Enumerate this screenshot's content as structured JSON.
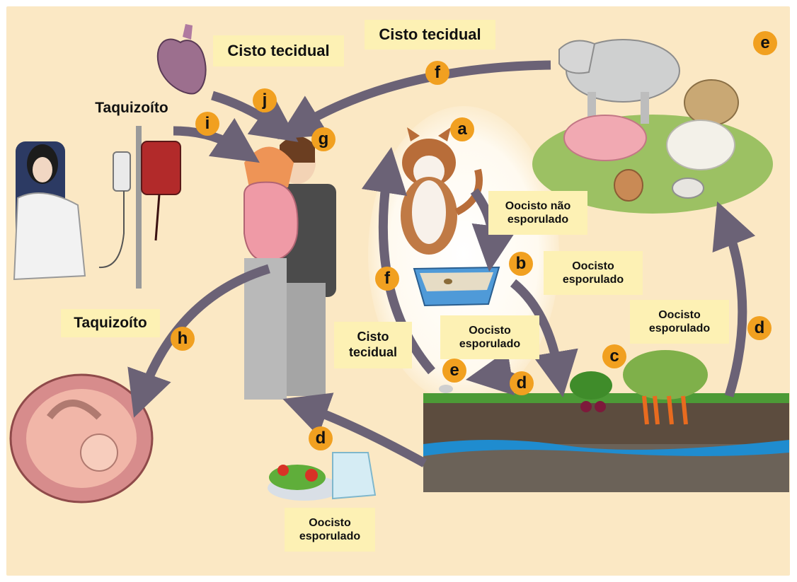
{
  "labels": {
    "cisto_tecidual_top_left": "Cisto tecidual",
    "cisto_tecidual_top_center": "Cisto tecidual",
    "taquizoito_top": "Taquizoíto",
    "taquizoito_left": "Taquizoíto",
    "oocisto_nao_esporulado": "Oocisto não esporulado",
    "oocisto_esporulado_b": "Oocisto esporulado",
    "oocisto_esporulado_c": "Oocisto esporulado",
    "oocisto_esporulado_center": "Oocisto esporulado",
    "cisto_tecidual_center": "Cisto tecidual",
    "oocisto_esporulado_bottom": "Oocisto esporulado"
  },
  "badges": {
    "a": "a",
    "b": "b",
    "c": "c",
    "d_center": "d",
    "d_right": "d",
    "d_bottom": "d",
    "e_top": "e",
    "e_center": "e",
    "f_top": "f",
    "f_left": "f",
    "g": "g",
    "h": "h",
    "i": "i",
    "j": "j"
  },
  "colors": {
    "background": "#fbe8c4",
    "label_fill": "#fdf1b4",
    "badge_fill": "#f1a020",
    "arrow": "#6b6276"
  }
}
